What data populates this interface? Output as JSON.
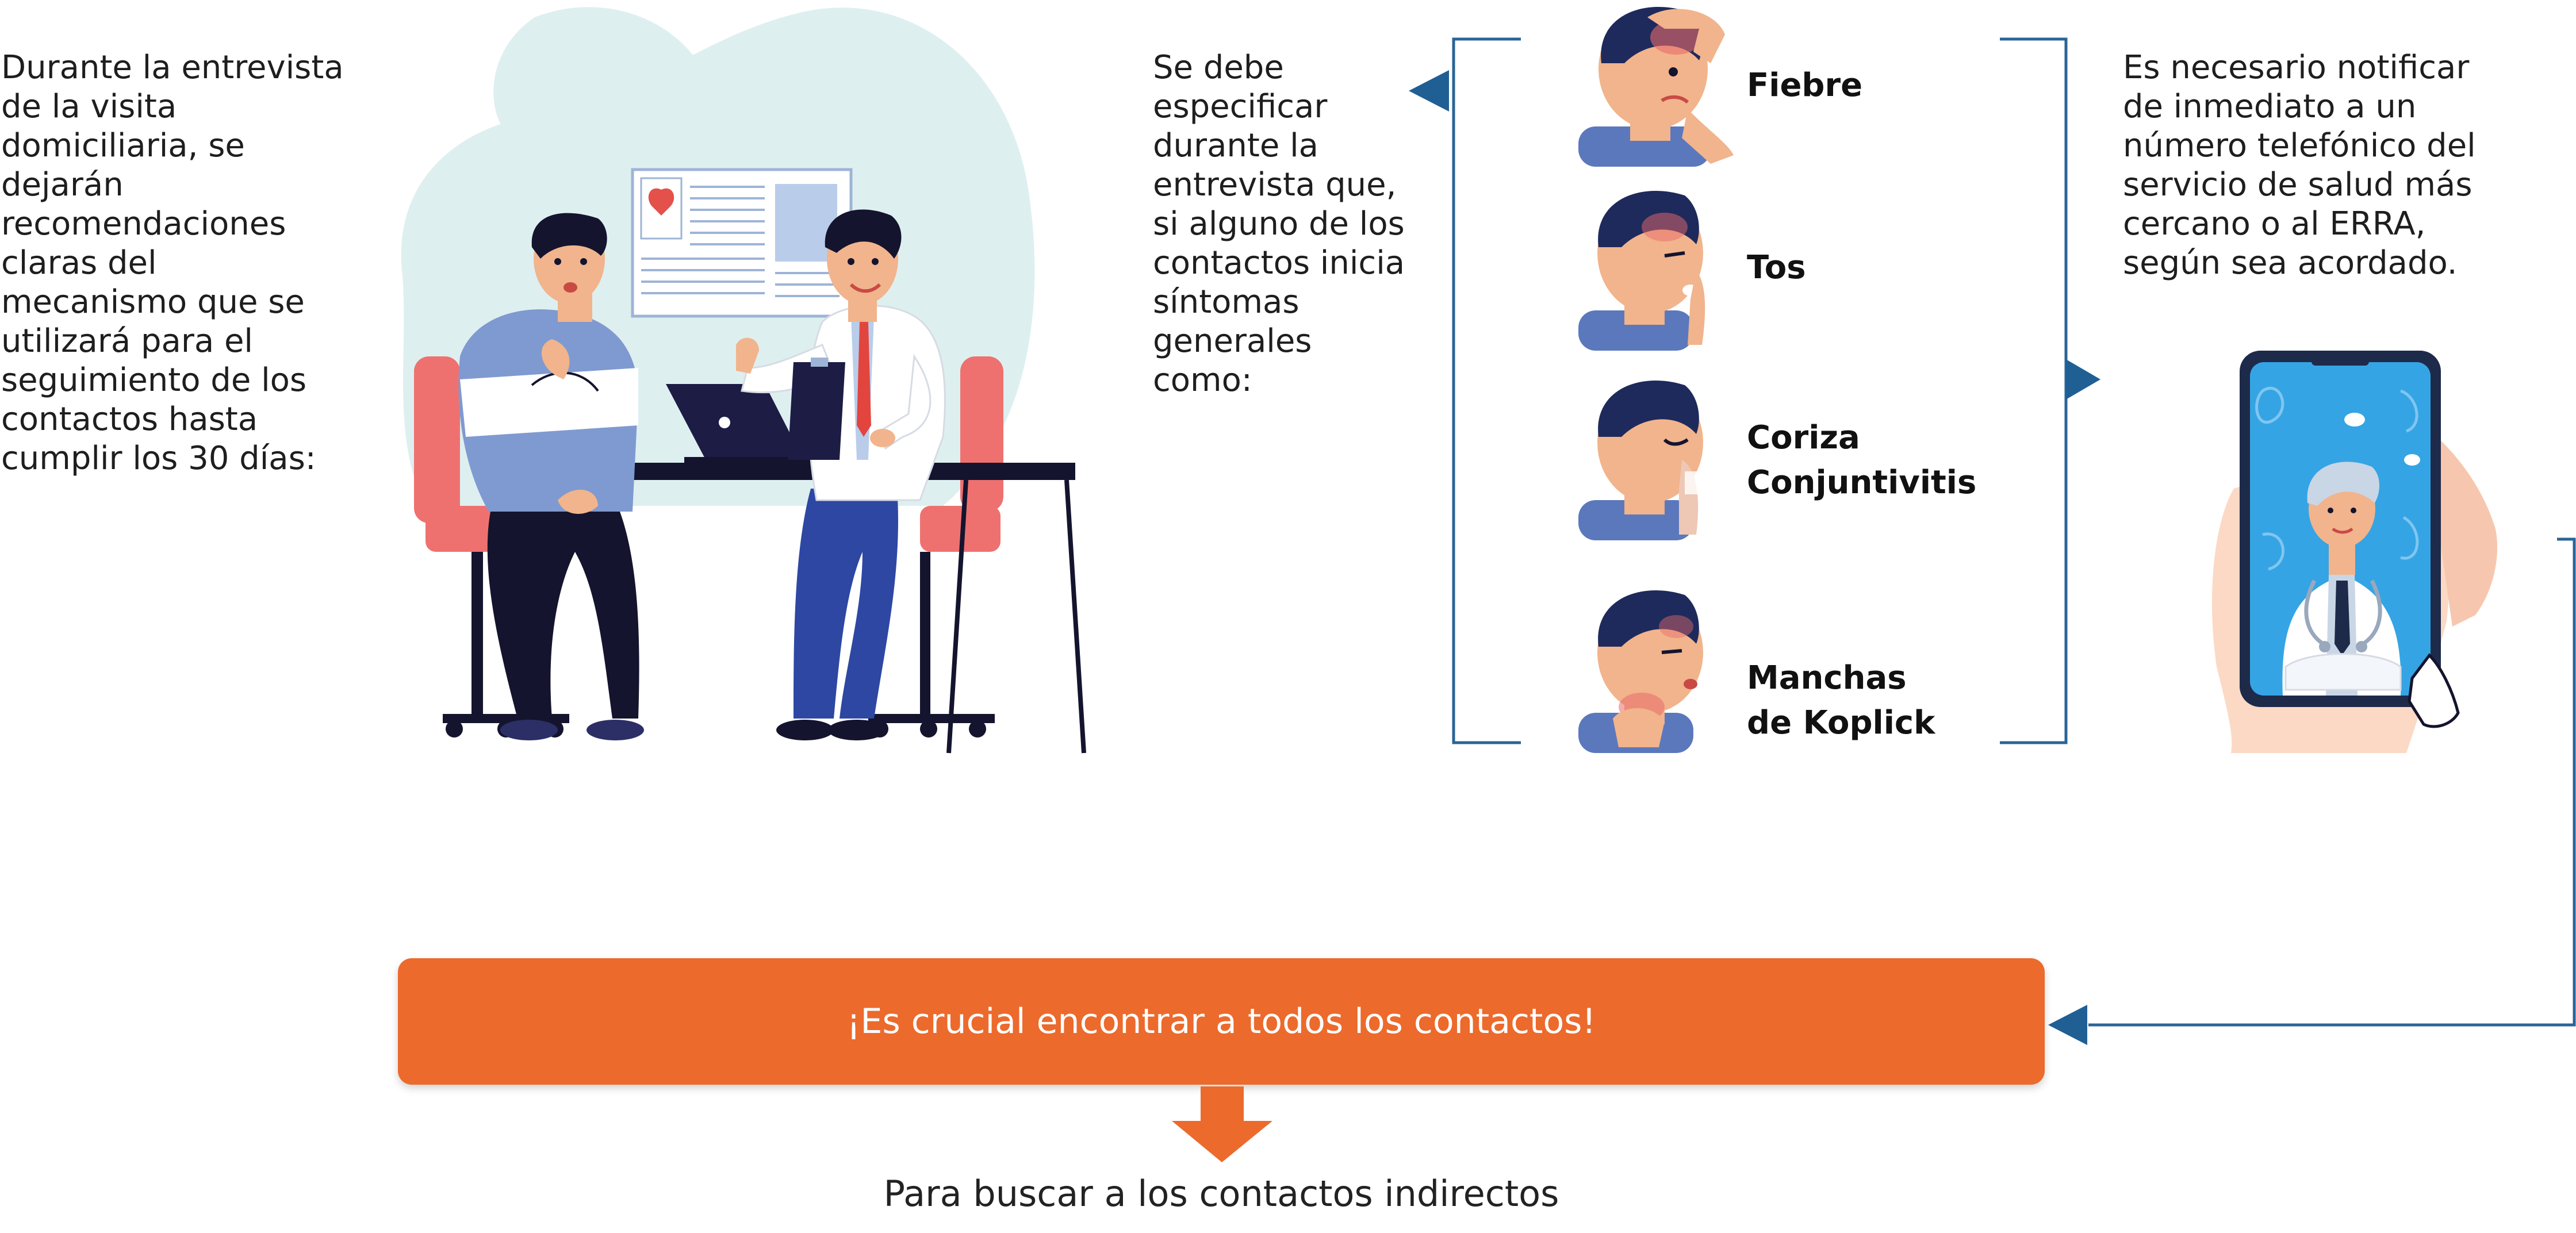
{
  "left_text": {
    "lines": [
      "Durante la entrevista",
      "de la visita",
      "domiciliaria, se",
      "dejarán",
      "recomendaciones",
      "claras del",
      "mecanismo que se",
      "utilizará para el",
      "seguimiento de los",
      "contactos hasta",
      "cumplir los 30 días:"
    ]
  },
  "middle_text": {
    "lines": [
      "Se debe",
      "especificar",
      "durante la",
      "entrevista que,",
      "si alguno de los",
      "contactos inicia",
      "síntomas",
      "generales",
      "como:"
    ]
  },
  "symptoms": [
    {
      "lines": [
        "Fiebre"
      ],
      "icon": "sweating-head-hand-on-forehead-icon"
    },
    {
      "lines": [
        "Tos"
      ],
      "icon": "coughing-person-icon"
    },
    {
      "lines": [
        "Coriza",
        "Conjuntivitis"
      ],
      "icon": "sneezing-person-icon"
    },
    {
      "lines": [
        "Manchas",
        "de Koplick"
      ],
      "icon": "sore-throat-person-icon"
    }
  ],
  "right_text": {
    "lines": [
      "Es necesario notificar",
      "de inmediato a un",
      "número telefónico del",
      "servicio de salud más",
      "cercano o al ERRA,",
      "según sea acordado."
    ]
  },
  "banner": {
    "text": "¡Es crucial encontrar a todos los contactos!"
  },
  "bottom": {
    "text": "Para buscar a los contactos indirectos"
  },
  "colors": {
    "accent_orange": "#ec6a2c",
    "connector_blue": "#2a6496",
    "blob_teal": "#deeff0"
  }
}
